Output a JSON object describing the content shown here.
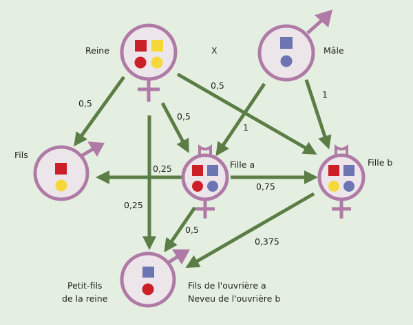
{
  "colors": {
    "background": "#e4efe1",
    "arrow": "#5c7d46",
    "ring": "#b07aa6",
    "ring_fill": "#ece6ea",
    "red": "#cc1f27",
    "yellow": "#f6d83b",
    "blue": "#6d74b2"
  },
  "nodes": {
    "reine": {
      "label": "Reine"
    },
    "male": {
      "label": "Mâle"
    },
    "cross": {
      "label": "X"
    },
    "fils": {
      "label": "Fils"
    },
    "fille_a": {
      "label": "Fille a"
    },
    "fille_b": {
      "label": "Fille b"
    },
    "petit_fils": {
      "label_line1": "Petit-fils",
      "label_line2": "de la reine",
      "label2_line1": "Fils de l'ouvrière a",
      "label2_line2": "Neveu de l'ouvrière b"
    }
  },
  "edges": {
    "reine_fils": "0,5",
    "reine_fille_a": "0,5",
    "reine_fille_b": "0,5",
    "reine_petit_fils": "0,25",
    "male_fille_a": "1",
    "male_fille_b": "1",
    "fille_a_fils": "0,25",
    "fille_a_fille_b": "0,75",
    "fille_a_petit_fils": "0,5",
    "fille_b_petit_fils": "0,375"
  }
}
